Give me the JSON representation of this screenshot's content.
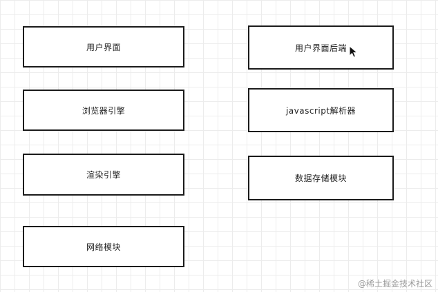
{
  "boxes": {
    "ui": "用户界面",
    "browser_engine": "浏览器引擎",
    "render_engine": "渲染引擎",
    "network": "网络模块",
    "ui_backend": "用户界面后端",
    "js_parser": "javascript解析器",
    "storage": "数据存储模块"
  },
  "watermark": "@稀土掘金技术社区",
  "icons": {
    "cursor": "mouse-pointer-icon"
  },
  "colors": {
    "border": "#1a1a1a",
    "grid": "#ececec",
    "text": "#222222"
  }
}
